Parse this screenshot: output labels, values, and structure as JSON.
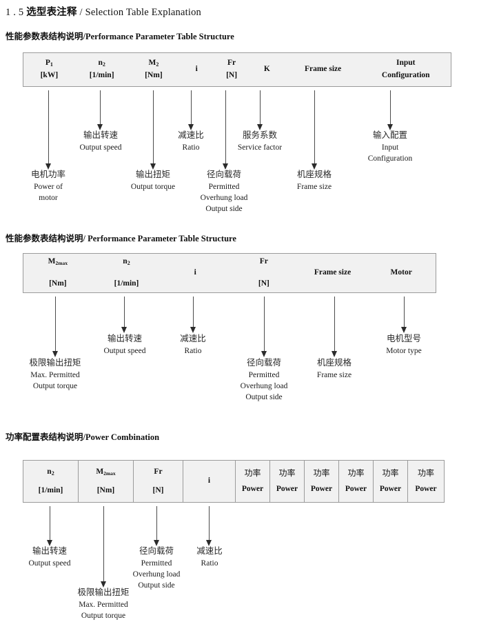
{
  "document": {
    "heading_number": "1 . 5",
    "heading_cn": "选型表注释",
    "heading_sep": "/",
    "heading_en": "Selection Table Explanation"
  },
  "sections": [
    {
      "title_cn": "性能参数表结构说明",
      "title_sep": "/",
      "title_en": "Performance Parameter Table Structure",
      "table": {
        "columns": [
          {
            "symbol": "P",
            "sub": "1",
            "unit": "[kW]"
          },
          {
            "symbol": "n",
            "sub": "2",
            "unit": "[1/min]"
          },
          {
            "symbol": "M",
            "sub": "2",
            "unit": "[Nm]"
          },
          {
            "symbol": "i",
            "sub": "",
            "unit": ""
          },
          {
            "symbol": "Fr",
            "sub": "",
            "unit": "[N]"
          },
          {
            "symbol": "K",
            "sub": "",
            "unit": ""
          },
          {
            "symbol": "Frame size",
            "sub": "",
            "unit": ""
          },
          {
            "symbol": "Input",
            "sub": "",
            "unit": "Configuration"
          }
        ]
      },
      "annotations": [
        {
          "cn": "电机功率",
          "en": [
            "Power of",
            "motor"
          ]
        },
        {
          "cn": "输出转速",
          "en": [
            "Output speed"
          ]
        },
        {
          "cn": "输出扭矩",
          "en": [
            "Output torque"
          ]
        },
        {
          "cn": "减速比",
          "en": [
            "Ratio"
          ]
        },
        {
          "cn": "径向载荷",
          "en": [
            "Permitted",
            "Overhung load",
            "Output side"
          ]
        },
        {
          "cn": "服务系数",
          "en": [
            "Service factor"
          ]
        },
        {
          "cn": "机座规格",
          "en": [
            "Frame size"
          ]
        },
        {
          "cn": "输入配置",
          "en": [
            "Input",
            "Configuration"
          ]
        }
      ]
    },
    {
      "title_cn": "性能参数表结构说明",
      "title_sep": "/",
      "title_en": "Performance Parameter Table Structure",
      "table": {
        "columns": [
          {
            "symbol": "M",
            "sub": "2max",
            "unit": "[Nm]"
          },
          {
            "symbol": "n",
            "sub": "2",
            "unit": "[1/min]"
          },
          {
            "symbol": "i",
            "sub": "",
            "unit": ""
          },
          {
            "symbol": "Fr",
            "sub": "",
            "unit": "[N]"
          },
          {
            "symbol": "Frame size",
            "sub": "",
            "unit": ""
          },
          {
            "symbol": "Motor",
            "sub": "",
            "unit": ""
          }
        ]
      },
      "annotations": [
        {
          "cn": "极限输出扭矩",
          "en": [
            "Max. Permitted",
            "Output  torque"
          ]
        },
        {
          "cn": "输出转速",
          "en": [
            "Output speed"
          ]
        },
        {
          "cn": "减速比",
          "en": [
            "Ratio"
          ]
        },
        {
          "cn": "径向载荷",
          "en": [
            "Permitted",
            "Overhung load",
            "Output side"
          ]
        },
        {
          "cn": "机座规格",
          "en": [
            "Frame size"
          ]
        },
        {
          "cn": "电机型号",
          "en": [
            "Motor type"
          ]
        }
      ]
    },
    {
      "title_cn": "功率配置表结构说明",
      "title_sep": "/",
      "title_en": "Power Combination",
      "table": {
        "columns": [
          {
            "symbol": "n",
            "sub": "2",
            "unit": "[1/min]"
          },
          {
            "symbol": "M",
            "sub": "2max",
            "unit": "[Nm]"
          },
          {
            "symbol": "Fr",
            "sub": "",
            "unit": "[N]"
          },
          {
            "symbol": "i",
            "sub": "",
            "unit": ""
          },
          {
            "symbol": "功率",
            "sub": "",
            "unit": "Power"
          },
          {
            "symbol": "功率",
            "sub": "",
            "unit": "Power"
          },
          {
            "symbol": "功率",
            "sub": "",
            "unit": "Power"
          },
          {
            "symbol": "功率",
            "sub": "",
            "unit": "Power"
          },
          {
            "symbol": "功率",
            "sub": "",
            "unit": "Power"
          },
          {
            "symbol": "功率",
            "sub": "",
            "unit": "Power"
          }
        ]
      },
      "annotations": [
        {
          "cn": "输出转速",
          "en": [
            "Output speed"
          ]
        },
        {
          "cn": "极限输出扭矩",
          "en": [
            "Max. Permitted",
            "Output  torque"
          ]
        },
        {
          "cn": "径向载荷",
          "en": [
            "Permitted",
            "Overhung load",
            "Output side"
          ]
        },
        {
          "cn": "减速比",
          "en": [
            "Ratio"
          ]
        }
      ]
    }
  ],
  "colors": {
    "table_fill": "#f1f1f1",
    "table_border": "#9a9a9a",
    "arrow": "#2b2b2b",
    "text": "#1a1a1a"
  }
}
